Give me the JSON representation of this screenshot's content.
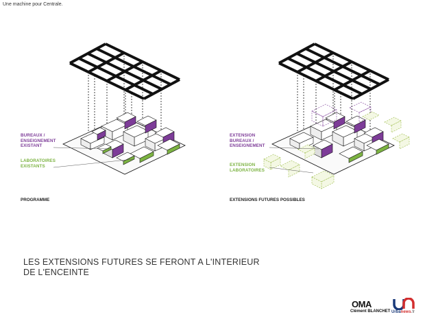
{
  "top_caption": "Une machine pour Centrale.",
  "left_panel": {
    "label_purple": [
      "BUREAUX /",
      "ENSEIGNEMENT",
      "EXISTANT"
    ],
    "label_green": [
      "LABORATOIRES",
      "EXISTANTS"
    ],
    "caption": "PROGRAMME"
  },
  "right_panel": {
    "label_purple": [
      "EXTENSION",
      "BUREAUX /",
      "ENSEIGNEMENT"
    ],
    "label_green": [
      "EXTENSION",
      "LABORATOIRES"
    ],
    "caption": "EXTENSIONS FUTURES POSSIBLES"
  },
  "headline": [
    "LES EXTENSIONS FUTURES SE FERONT A L'INTERIEUR",
    "DE L'ENCEINTE"
  ],
  "logos": {
    "oma": "OMA",
    "credit": "Clément BLANCHET",
    "urbanews_1": "Urba",
    "urbanews_2": "news",
    "urbanews_3": ".fr"
  },
  "colors": {
    "purple": "#7d3c98",
    "green": "#7cb342",
    "light_green": "#c5d98a"
  }
}
